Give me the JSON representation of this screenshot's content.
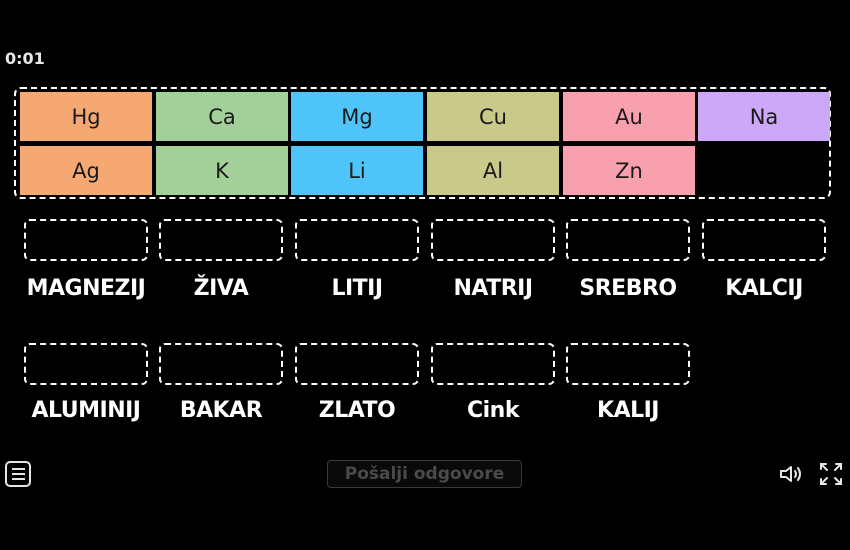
{
  "timer": "0:01",
  "tray": {
    "tiles": [
      {
        "symbol": "Hg",
        "color": "#F5A872",
        "row": 0,
        "col": 0
      },
      {
        "symbol": "Ca",
        "color": "#A3CF98",
        "row": 0,
        "col": 1
      },
      {
        "symbol": "Mg",
        "color": "#4FC4F8",
        "row": 0,
        "col": 2
      },
      {
        "symbol": "Cu",
        "color": "#C9C98A",
        "row": 0,
        "col": 3
      },
      {
        "symbol": "Au",
        "color": "#F9A0AE",
        "row": 0,
        "col": 4
      },
      {
        "symbol": "Na",
        "color": "#CDA8F8",
        "row": 0,
        "col": 5
      },
      {
        "symbol": "Ag",
        "color": "#F5A872",
        "row": 1,
        "col": 0
      },
      {
        "symbol": "K",
        "color": "#A3CF98",
        "row": 1,
        "col": 1
      },
      {
        "symbol": "Li",
        "color": "#4FC4F8",
        "row": 1,
        "col": 2
      },
      {
        "symbol": "Al",
        "color": "#C9C98A",
        "row": 1,
        "col": 3
      },
      {
        "symbol": "Zn",
        "color": "#F9A0AE",
        "row": 1,
        "col": 4
      }
    ]
  },
  "targets": [
    {
      "label": "MAGNEZIJ",
      "row": 0,
      "col": 0
    },
    {
      "label": "ŽIVA",
      "row": 0,
      "col": 1
    },
    {
      "label": "LITIJ",
      "row": 0,
      "col": 2
    },
    {
      "label": "NATRIJ",
      "row": 0,
      "col": 3
    },
    {
      "label": "SREBRO",
      "row": 0,
      "col": 4
    },
    {
      "label": "KALCIJ",
      "row": 0,
      "col": 5
    },
    {
      "label": "ALUMINIJ",
      "row": 1,
      "col": 0
    },
    {
      "label": "BAKAR",
      "row": 1,
      "col": 1
    },
    {
      "label": "ZLATO",
      "row": 1,
      "col": 2
    },
    {
      "label": "Cink",
      "row": 1,
      "col": 3
    },
    {
      "label": "KALIJ",
      "row": 1,
      "col": 4
    }
  ],
  "footer": {
    "menu_icon": "hamburger-menu-icon",
    "submit_label": "Pošalji odgovore",
    "sound_icon": "speaker-icon",
    "fullscreen_icon": "fullscreen-expand-icon"
  }
}
